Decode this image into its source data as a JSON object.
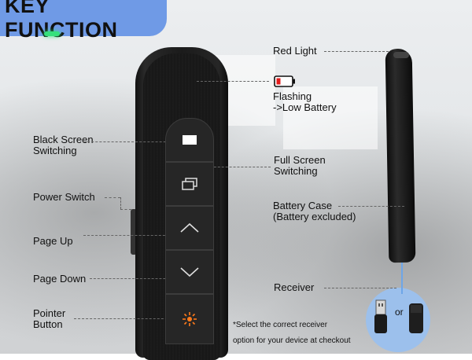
{
  "banner": {
    "title": "KEY FUNCTION"
  },
  "labels": {
    "red_light": "Red Light",
    "flashing": "Flashing",
    "low_battery": "->Low Battery",
    "black_screen_1": "Black Screen",
    "black_screen_2": "Switching",
    "full_screen_1": "Full Screen",
    "full_screen_2": "Switching",
    "power_switch": "Power Switch",
    "battery_case_1": "Battery Case",
    "battery_case_2": "(Battery excluded)",
    "page_up": "Page Up",
    "page_down": "Page Down",
    "receiver": "Receiver",
    "pointer_1": "Pointer",
    "pointer_2": "Button",
    "or": "or"
  },
  "note": {
    "line1": "*Select the correct receiver",
    "line2": "option for your device at checkout"
  },
  "icons": {
    "low_battery": "battery-low-icon",
    "black_screen": "white-rectangle-icon",
    "full_screen": "window-stack-icon",
    "page_up": "chevron-up-icon",
    "page_down": "chevron-down-icon",
    "pointer": "laser-sun-icon"
  },
  "colors": {
    "banner": "#6f9ae6",
    "led": "#36e07c",
    "battery_red": "#e21b1b",
    "laser": "#ff7a1a"
  }
}
